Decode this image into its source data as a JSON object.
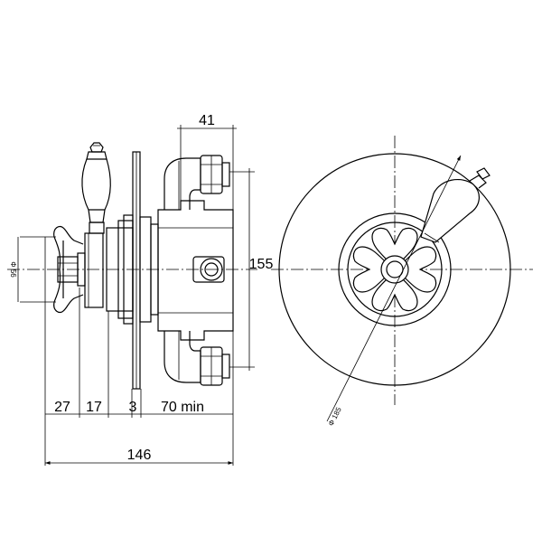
{
  "dimensions": {
    "depth_27": "27",
    "depth_17": "17",
    "plate_3": "3",
    "depth_70_min": "70 min",
    "total_146": "146",
    "width_41": "41",
    "height_155": "155",
    "handle_diameter": "Φ 56",
    "plate_diameter": "Φ 185"
  }
}
